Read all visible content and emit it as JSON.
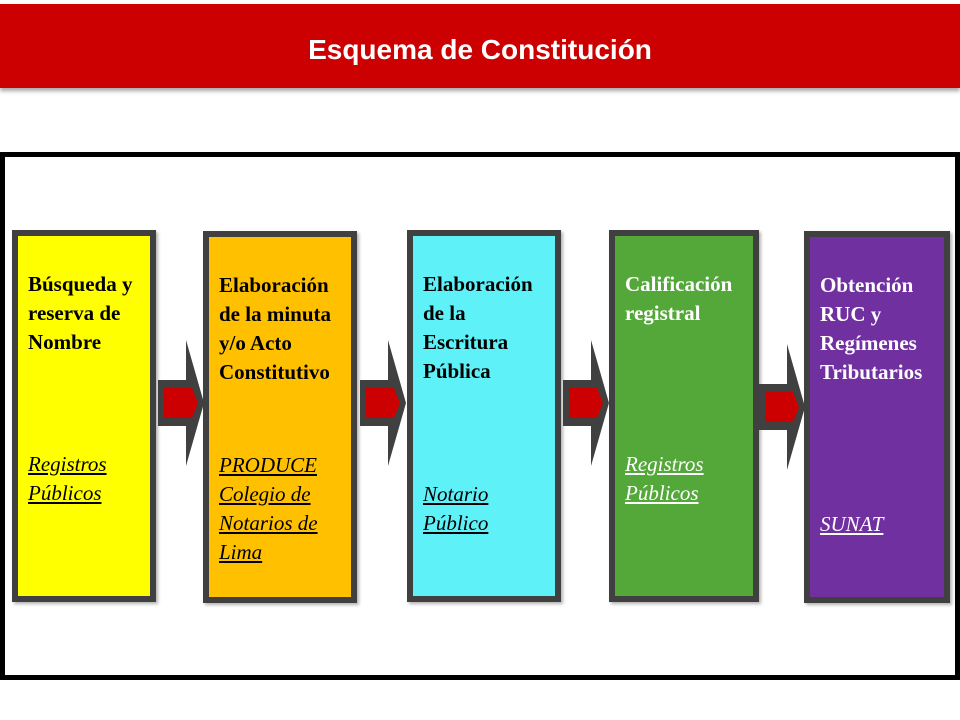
{
  "title": "Esquema de Constitución",
  "colors": {
    "title_bar": "#cc0000",
    "box_border": "#404040",
    "arrow_fill": "#cc0000",
    "arrow_border": "#404040"
  },
  "steps": [
    {
      "title_lines": [
        "Búsqueda y",
        "reserva de",
        "Nombre"
      ],
      "entity_lines": [
        "Registros",
        "Públicos"
      ],
      "bg_color": "#ffff00",
      "text_color": "#000000"
    },
    {
      "title_lines": [
        "Elaboración",
        "de la minuta",
        "y/o Acto",
        "Constitutivo"
      ],
      "entity_lines": [
        "PRODUCE",
        "Colegio de",
        "Notarios de",
        "Lima"
      ],
      "bg_color": "#ffc000",
      "text_color": "#000000"
    },
    {
      "title_lines": [
        "Elaboración",
        "de la",
        "Escritura",
        "Pública"
      ],
      "entity_lines": [
        "Notario",
        "Público"
      ],
      "bg_color": "#5ef1f7",
      "text_color": "#000000"
    },
    {
      "title_lines": [
        "Calificación",
        "registral"
      ],
      "entity_lines": [
        "Registros",
        "Públicos"
      ],
      "bg_color": "#54a83a",
      "text_color": "#ffffff"
    },
    {
      "title_lines": [
        "Obtención",
        "RUC y",
        "Regímenes",
        "Tributarios"
      ],
      "entity_lines": [
        "SUNAT"
      ],
      "bg_color": "#7030a0",
      "text_color": "#ffffff"
    }
  ]
}
